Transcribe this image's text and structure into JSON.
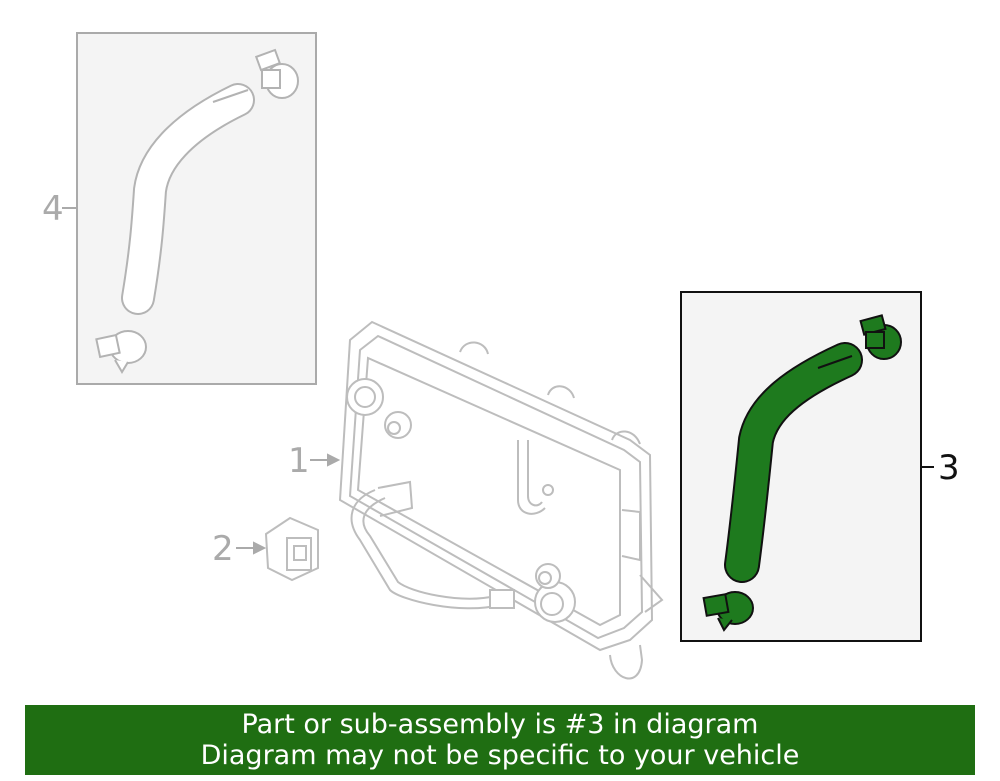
{
  "diagram": {
    "callouts": {
      "c1": "1",
      "c2": "2",
      "c3": "3",
      "c4": "4"
    }
  },
  "banner": {
    "line1": "Part or sub-assembly is #3 in diagram",
    "line2": "Diagram may not be specific to your vehicle"
  },
  "colors": {
    "banner_bg": "#1f6e12",
    "highlight_part": "#1e7a1e",
    "linework": "#bdbdbd",
    "box_fill": "#f4f4f4"
  }
}
